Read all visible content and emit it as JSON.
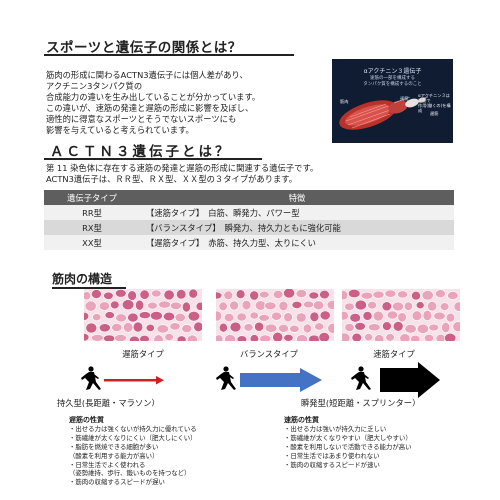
{
  "section1": {
    "title": "スポーツと遺伝子の関係とは？",
    "lines": [
      "筋肉の形成に関わるACTN3遺伝子には個人差があり、",
      "アクチニン3タンパク質の",
      "合成能力の違いを生み出していることが分かっています。",
      "この違いが、速筋の発達と遅筋の形成に影響を及ぼし、",
      "適性的に得意なスポーツとそうでないスポーツにも",
      "影響を与えていると考えられています。"
    ],
    "image": {
      "title": "αアクチニン３遺伝子",
      "subtitle_lines": [
        "速筋の一部を構成する",
        "タンパク質を構成するのこと"
      ],
      "label_left": "筋肉",
      "label_mid": "速筋",
      "label_right_lines": [
        "αアクチニン３は速筋で",
        "作用(働くの)を構成"
      ],
      "label_bottom": "遅筋"
    }
  },
  "section2": {
    "title": "ＡＣＴＮ３遺伝子とは？",
    "desc_lines": [
      "第 11 染色体に存在する速筋の発達と遅筋の形成に関連する遺伝子です。",
      "ACTN3遺伝子は、ＲＲ型、ＲＸ型、ＸＸ型の３タイプがあります。"
    ],
    "table": {
      "headers": [
        "遺伝子タイプ",
        "特徴"
      ],
      "rows": [
        {
          "type": "RR型",
          "feature": "【速筋タイプ】　白筋、瞬発力、パワー型"
        },
        {
          "type": "RX型",
          "feature": "【バランスタイプ】　瞬発力、持久力ともに強化可能"
        },
        {
          "type": "XX型",
          "feature": "【遅筋タイプ】　赤筋、持久力型、太りにくい"
        }
      ]
    }
  },
  "section3": {
    "title": "筋肉の構造",
    "tissue_labels": [
      "遅筋タイプ",
      "バランスタイプ",
      "速筋タイプ"
    ],
    "caption_left": "持久型(長距離・マラソン）",
    "caption_right": "瞬発型(短距離・スプリンター）",
    "slow": {
      "heading": "遅筋の性質",
      "items": [
        "・出せる力は強くないが持久力に優れている",
        "・筋繊維が太くなりにくい（肥大しにくい）",
        "・脂肪を燃焼できる細胞が多い",
        "（酸素を利用する能力が高い）",
        "・日常生活でよく使われる",
        "（姿勢維持、歩行、鍛いものを持つなど）",
        "・筋肉の収縮するスピードが遅い"
      ]
    },
    "fast": {
      "heading": "速筋の性質",
      "items": [
        "・出せる力は強いが持久力に乏しい",
        "・筋繊維が太くなりやすい（肥大しやすい）",
        "・酸素を利用しないで活動できる能力が高い",
        "・日常生活ではあまり使われない",
        "・筋肉の収縮するスピードが速い"
      ]
    }
  },
  "colors": {
    "heading_text": "#222222",
    "table_header_bg": "#5e5e5e",
    "table_row_dark": "#d9d9d9",
    "table_row_light": "#f1f1f1",
    "tissue_cell": "#e9a3ba",
    "tissue_cell_dark": "#cc5f86",
    "tissue_bg": "#f6e2e8",
    "arrow_red": "#d0201f",
    "arrow_blue": "#4472c4",
    "arrow_black": "#000000",
    "image_bg": "#0f1c31"
  }
}
